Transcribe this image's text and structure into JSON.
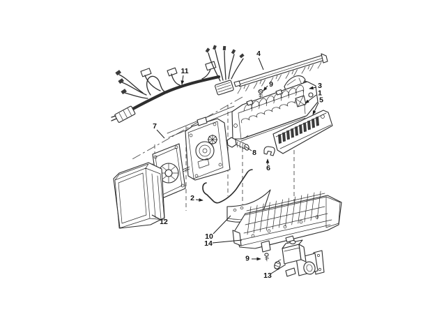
{
  "diagram": {
    "callouts": [
      {
        "label": "1"
      },
      {
        "label": "2"
      },
      {
        "label": "3"
      },
      {
        "label": "4"
      },
      {
        "label": "5"
      },
      {
        "label": "6"
      },
      {
        "label": "7"
      },
      {
        "label": "8"
      },
      {
        "label": "9"
      },
      {
        "label": "9"
      },
      {
        "label": "10"
      },
      {
        "label": "11"
      },
      {
        "label": "12"
      },
      {
        "label": "13"
      },
      {
        "label": "14"
      }
    ],
    "colors": {
      "ink": "#2b2b2b",
      "paper": "#ffffff",
      "slot_fill": "#3a3a3a"
    }
  }
}
